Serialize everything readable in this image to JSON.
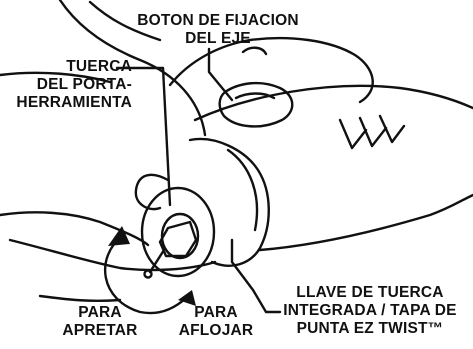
{
  "labels": {
    "shaft_lock_button": [
      "BOTON DE FIJACION",
      "DEL EJE"
    ],
    "collet_nut": [
      "TUERCA",
      "DEL PORTA-",
      "HERRAMIENTA"
    ],
    "tighten": [
      "PARA",
      "APRETAR"
    ],
    "loosen": [
      "PARA",
      "AFLOJAR"
    ],
    "wrench_cap": [
      "LLAVE DE TUERCA",
      "INTEGRADA / TAPA DE",
      "PUNTA EZ TWIST™"
    ]
  },
  "colors": {
    "ink": "#111111",
    "background": "#ffffff"
  },
  "icons": {
    "rotation_arrow": "curved-double-arrow-icon"
  }
}
